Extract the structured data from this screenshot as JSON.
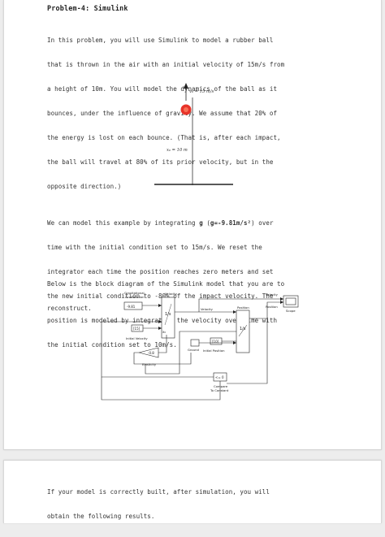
{
  "problem": {
    "title": "Problem-4: Simulink",
    "intro_lines": [
      "In this problem, you will use Simulink to model a rubber ball",
      "that is thrown in the air with an initial velocity of 15m/s from",
      "a height of 10m. You will model the dynamics of the ball as it",
      "bounces, under the influence of gravity. We assume that 20% of",
      "the energy is lost on each bounce. (That is, after each impact,",
      "the ball will travel at 80% of its prior velocity, but in the",
      "opposite direction.)"
    ],
    "integration_lines": [
      "We can model this example by integrating g (g=-9.81m/s²) over",
      "time with the initial condition set to 15m/s. We reset the",
      "integrator each time the position reaches zero meters and set",
      "the new initial condition to -80% of the impact velocity. The",
      "position is modeled by integrating the velocity over time with",
      "the initial condition set to 10m/s."
    ],
    "diagram_intro_lines": [
      "Below is the block diagram of the Simulink model that you are to",
      "reconstruct."
    ],
    "results_lines": [
      "If your model is correctly built, after simulation, you will",
      "obtain the following results."
    ]
  },
  "ball_figure": {
    "velocity_label": "v₀ = 15 m/s",
    "height_label": "x₀ = 10 m",
    "ball_color": "#e8342a"
  },
  "block_diagram": {
    "gravity_label": "Gravitational\nAcceleration",
    "gravity_value": "-9.81",
    "velocity_top_label": "Velocity",
    "velocity_mid_label": "Velocity",
    "position_label": "Position",
    "velocity_scope_label": "Velocity",
    "position_scope_label": "Position",
    "scope_label": "Scope",
    "ic_label": "[15]",
    "initial_velocity_label": "Initial Velocity",
    "ic2_label": "[10]",
    "initial_position_label": "Initial Position",
    "ground_label": "Ground",
    "elasticity_value": "-0.8",
    "elasticity_label": "Elasticity",
    "compare_value": "<= 0",
    "compare_label": "Compare\nTo Constant",
    "integrator_symbol": "1/s",
    "in_x0": "x₀",
    "in_port": "1"
  }
}
